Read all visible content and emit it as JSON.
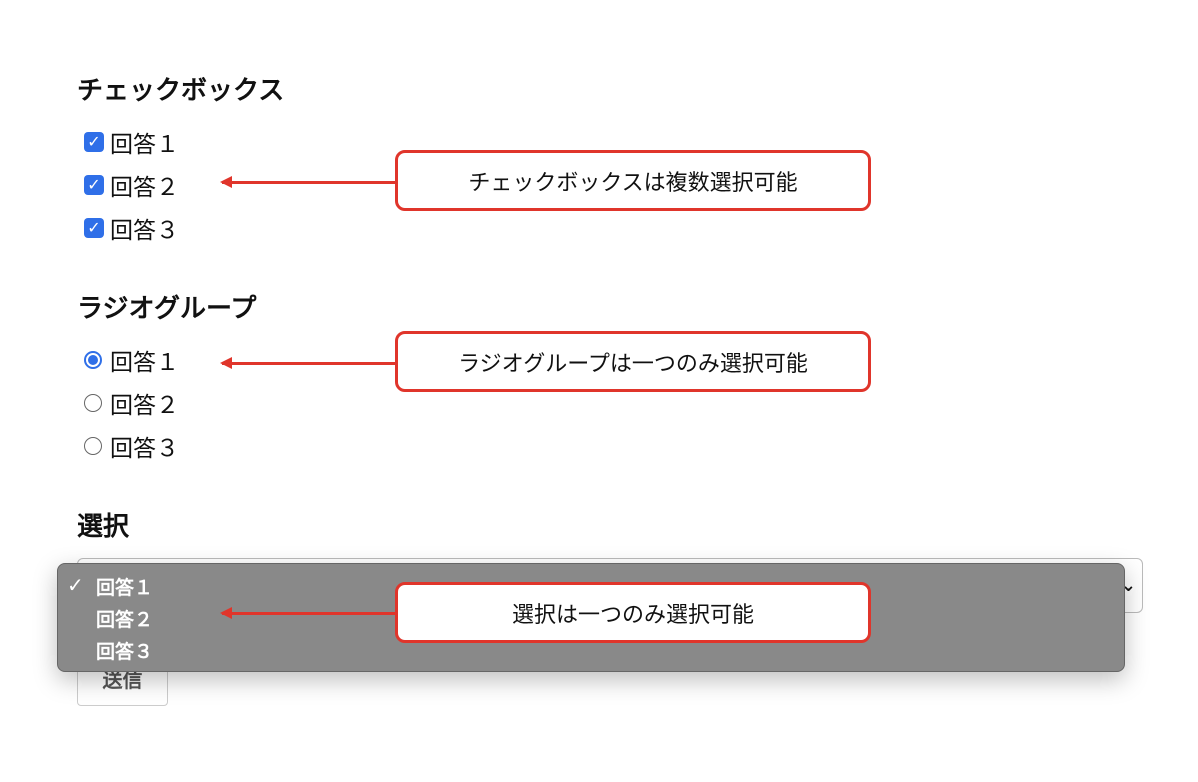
{
  "checkbox": {
    "title": "チェックボックス",
    "items": [
      {
        "label": "回答１",
        "checked": true
      },
      {
        "label": "回答２",
        "checked": true
      },
      {
        "label": "回答３",
        "checked": true
      }
    ]
  },
  "radio": {
    "title": "ラジオグループ",
    "items": [
      {
        "label": "回答１",
        "selected": true
      },
      {
        "label": "回答２",
        "selected": false
      },
      {
        "label": "回答３",
        "selected": false
      }
    ]
  },
  "select": {
    "title": "選択",
    "options": [
      "回答１",
      "回答２",
      "回答３"
    ],
    "selected": "回答１",
    "check_mark": "✓"
  },
  "submit_label": "送信",
  "annotations": [
    "チェックボックスは複数選択可能",
    "ラジオグループは一つのみ選択可能",
    "選択は一つのみ選択可能"
  ],
  "colors": {
    "annotation": "#e0352b",
    "accent": "#2f6fe8"
  }
}
